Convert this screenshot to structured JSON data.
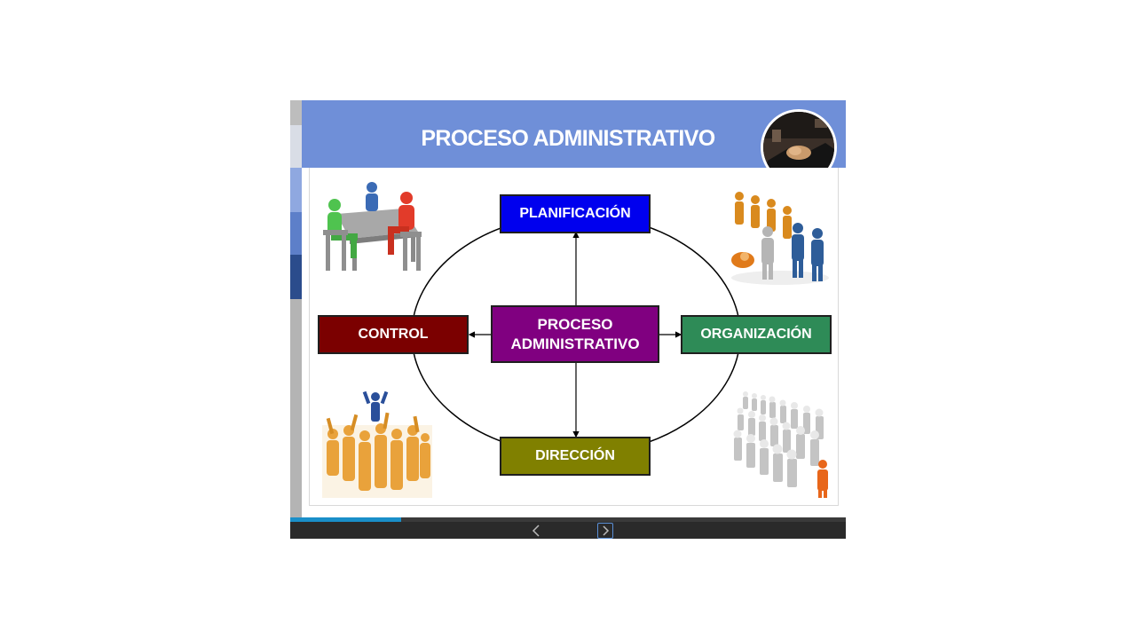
{
  "slide": {
    "title": "PROCESO ADMINISTRATIVO",
    "diagram": {
      "center": [
        "PROCESO",
        "ADMINISTRATIVO"
      ],
      "nodes": {
        "top": "PLANIFICACIÓN",
        "right": "ORGANIZACIÓN",
        "bottom": "DIRECCIÓN",
        "left": "CONTROL"
      }
    }
  },
  "colors": {
    "header": "#6f8fd8",
    "planificacion": "#0000ee",
    "organizacion": "#2e8b57",
    "direccion": "#808000",
    "control": "#7b0000",
    "center": "#800080"
  },
  "icons": {
    "header_photo": "handshake-photo",
    "top_left": "meeting-figures-icon",
    "top_right": "team-organization-icon",
    "bottom_left": "cheering-crowd-icon",
    "bottom_right": "leader-in-crowd-icon"
  },
  "viewer": {
    "progress": 0.2
  }
}
